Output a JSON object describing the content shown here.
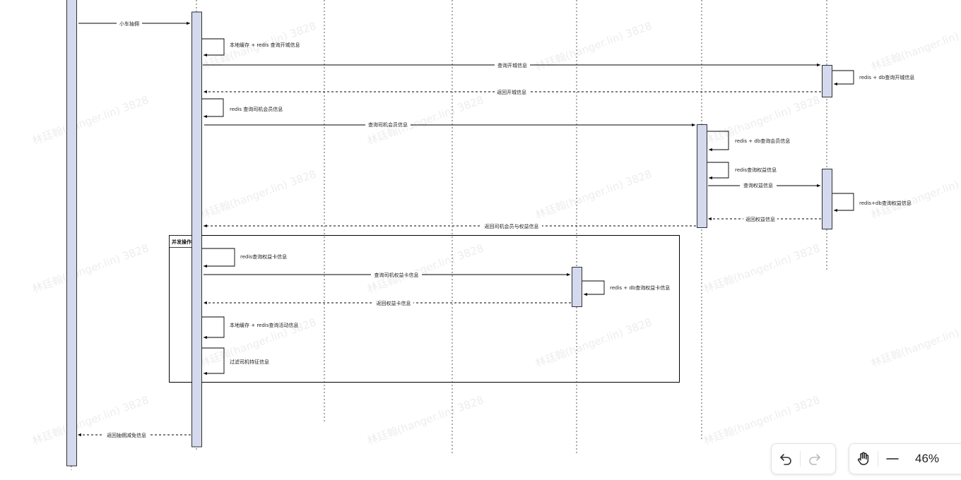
{
  "diagram": {
    "frame_label": "并发操作",
    "messages": {
      "m1": "小车抽佣",
      "m2": "本地缓存 + redis 查询开城信息",
      "m3": "查询开城信息",
      "m4": "redis + db查询开城信息",
      "m5": "返回开城信息",
      "m6": "redis 查询司机会员信息",
      "m7": "查询司机会员信息",
      "m8": "redis + db查询会员信息",
      "m9": "redis查询权益信息",
      "m10": "查询权益信息",
      "m11": "redis+db查询权益信息",
      "m12": "返回权益信息",
      "m13": "返回司机会员与权益信息",
      "m14": "redis查询权益卡信息",
      "m15": "查询司机权益卡信息",
      "m16": "redis + db查询权益卡信息",
      "m17": "返回权益卡信息",
      "m18": "本地缓存 + redis查询活动信息",
      "m19": "过滤司机特征信息",
      "m20": "返回抽佣减免信息"
    },
    "watermark": "林廷翰(hanger.lin) 3828"
  },
  "controls": {
    "undo_icon": "undo-icon",
    "redo_icon": "redo-icon",
    "hand_icon": "hand-tool-icon",
    "zoom_out_icon": "minus-icon",
    "zoom_level": "46%"
  },
  "colors": {
    "activation_fill": "#d4d9ee",
    "line": "#000000"
  }
}
